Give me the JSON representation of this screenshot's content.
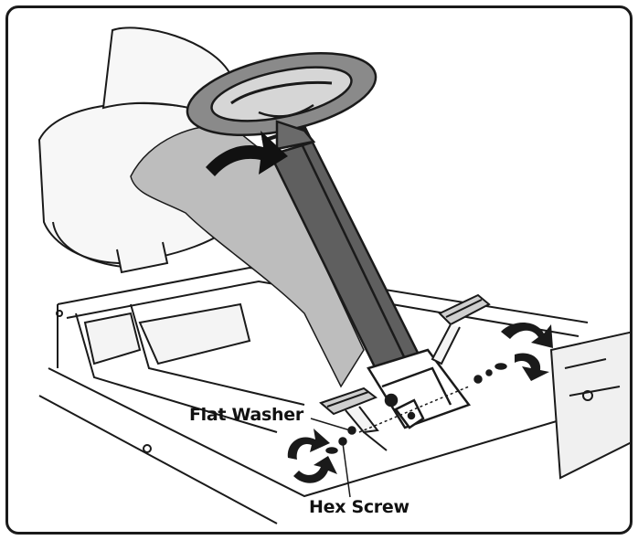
{
  "figure": {
    "labels": {
      "flat_washer": "Flat Washer",
      "hex_screw": "Hex Screw"
    },
    "parts_shown": [
      "steering-wheel",
      "steering-column",
      "seat",
      "brake-pedal",
      "accelerator-pedal",
      "frame"
    ],
    "icons": [
      "rotate-arrow-icon",
      "counterclockwise-arrow-icon",
      "clockwise-arrow-icon"
    ],
    "colors": {
      "line": "#1a1a1a",
      "shade": "#bdbdbd",
      "dark_shade": "#5f5f5f",
      "background": "#ffffff"
    }
  }
}
